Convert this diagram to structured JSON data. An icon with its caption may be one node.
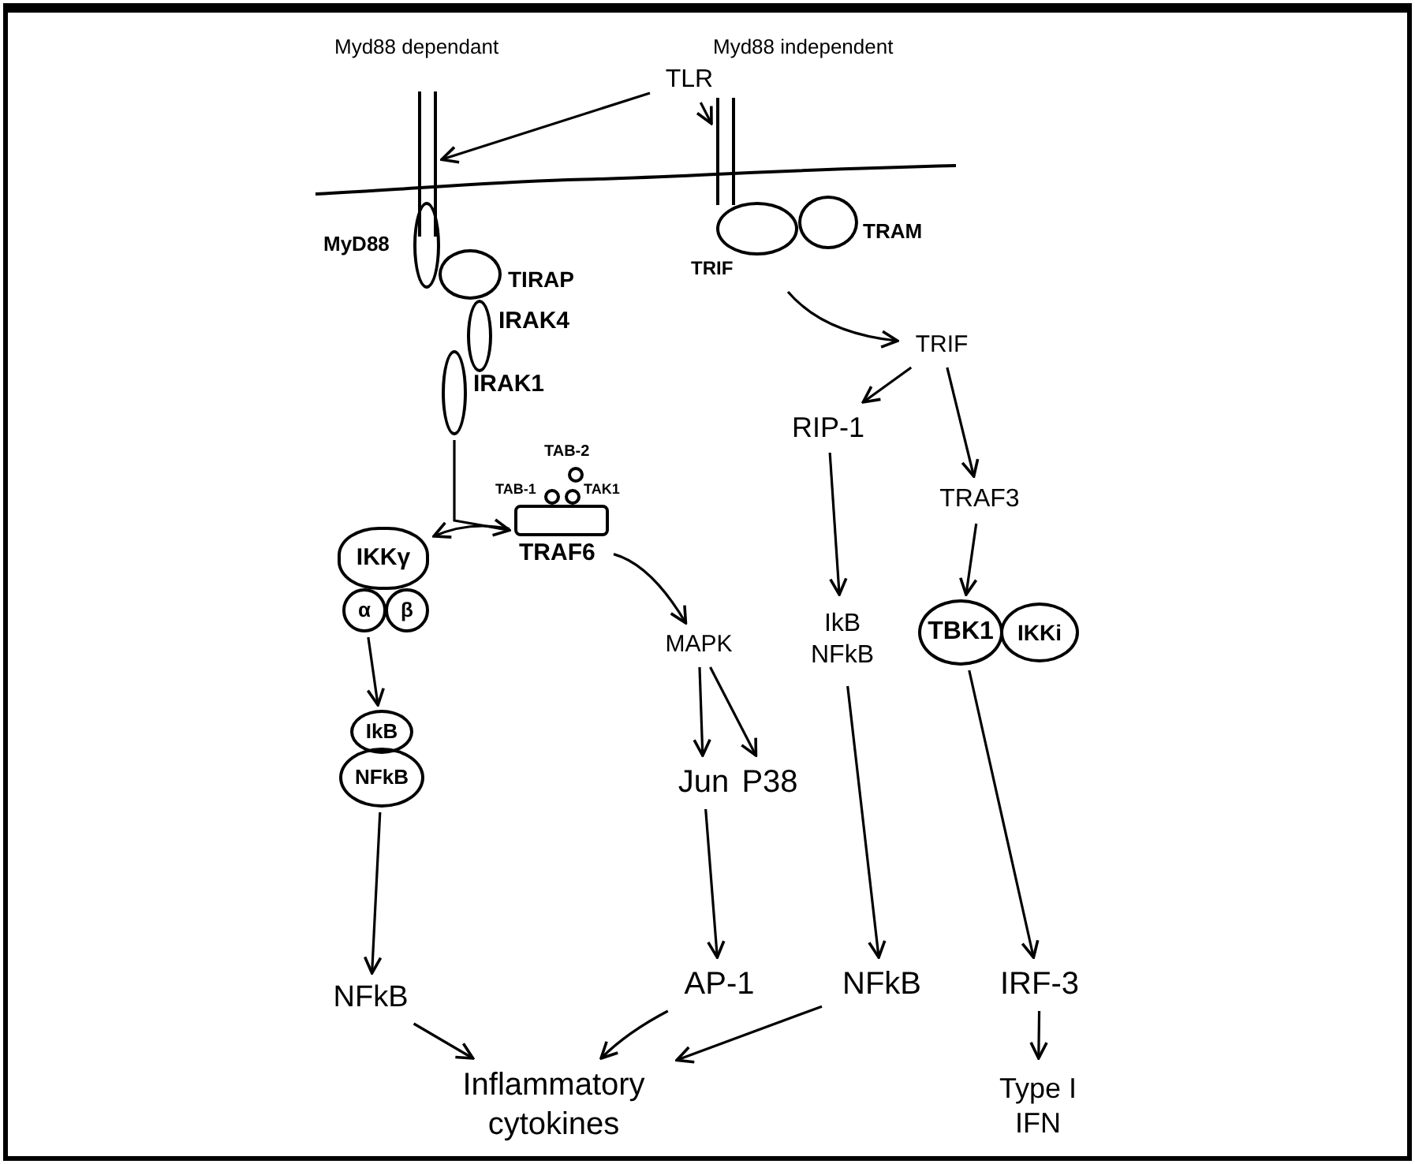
{
  "diagram": {
    "nodes": [
      {
        "text": [
          "TLR"
        ]
      },
      {
        "text": [],
        "shape": "bar"
      },
      {
        "text": [],
        "shape": "bar"
      },
      {
        "text": [
          "MyD88"
        ]
      },
      {
        "text": [
          "TIRAP"
        ]
      },
      {
        "text": [
          "IRAK4"
        ]
      },
      {
        "text": [
          "IRAK1"
        ]
      },
      {
        "text": [
          "TRIF"
        ]
      },
      {
        "text": [
          "TRAM"
        ]
      },
      {
        "text": [
          "TRIF"
        ]
      },
      {
        "text": [
          "RIP-1"
        ]
      },
      {
        "text": [
          "TRAF3"
        ]
      },
      {
        "text": [
          "TAB-2"
        ]
      },
      {
        "text": [
          "TAB-1"
        ]
      },
      {
        "text": [
          "TAK1"
        ]
      },
      {
        "text": [
          "TRAF6"
        ]
      },
      {
        "text": [
          "IKKγ"
        ]
      },
      {
        "text": [
          "α"
        ]
      },
      {
        "text": [
          "β"
        ]
      },
      {
        "text": [
          "MAPK"
        ]
      },
      {
        "text": [
          "IkB",
          "NFkB"
        ]
      },
      {
        "text": [
          "TBK1"
        ]
      },
      {
        "text": [
          "IKKi"
        ]
      },
      {
        "text": [
          "IkB"
        ]
      },
      {
        "text": [
          "NFkB"
        ]
      },
      {
        "text": [
          "Jun"
        ]
      },
      {
        "text": [
          "P38"
        ]
      },
      {
        "text": [
          "NFkB"
        ]
      },
      {
        "text": [
          "AP-1"
        ]
      },
      {
        "text": [
          "NFkB"
        ]
      },
      {
        "text": [
          "IRF-3"
        ]
      },
      {
        "text": [
          "Inflammatory cytokines"
        ]
      },
      {
        "text": [
          "Type I IFN"
        ]
      }
    ],
    "edges": [
      {
        "from": 0,
        "to": 1,
        "arrow": "to"
      },
      {
        "from": 0,
        "to": 2,
        "arrow": "to"
      },
      {
        "from": 7,
        "to": 9,
        "arrow": "to"
      },
      {
        "from": 9,
        "to": 10,
        "arrow": "to"
      },
      {
        "from": 9,
        "to": 11,
        "arrow": "to"
      },
      {
        "from": 6,
        "to": 15,
        "arrow": "to"
      },
      {
        "from": 15,
        "to": 16,
        "arrow": "to"
      },
      {
        "from": 15,
        "to": 19,
        "arrow": "to"
      },
      {
        "from": 17,
        "to": 23,
        "arrow": "to"
      },
      {
        "from": 19,
        "to": 25,
        "arrow": "to"
      },
      {
        "from": 19,
        "to": 26,
        "arrow": "to"
      },
      {
        "from": 10,
        "to": 20,
        "arrow": "to"
      },
      {
        "from": 11,
        "to": 21,
        "arrow": "to"
      },
      {
        "from": 24,
        "to": 27,
        "arrow": "to"
      },
      {
        "from": 25,
        "to": 28,
        "arrow": "to"
      },
      {
        "from": 20,
        "to": 29,
        "arrow": "to"
      },
      {
        "from": 21,
        "to": 30,
        "arrow": "to"
      },
      {
        "from": 27,
        "to": 31,
        "arrow": "to"
      },
      {
        "from": 28,
        "to": 31,
        "arrow": "to"
      },
      {
        "from": 29,
        "to": 31,
        "arrow": "to"
      },
      {
        "from": 30,
        "to": 32,
        "arrow": "to"
      }
    ],
    "labels": [
      "Myd88 dependant",
      "Myd88 independent"
    ]
  }
}
